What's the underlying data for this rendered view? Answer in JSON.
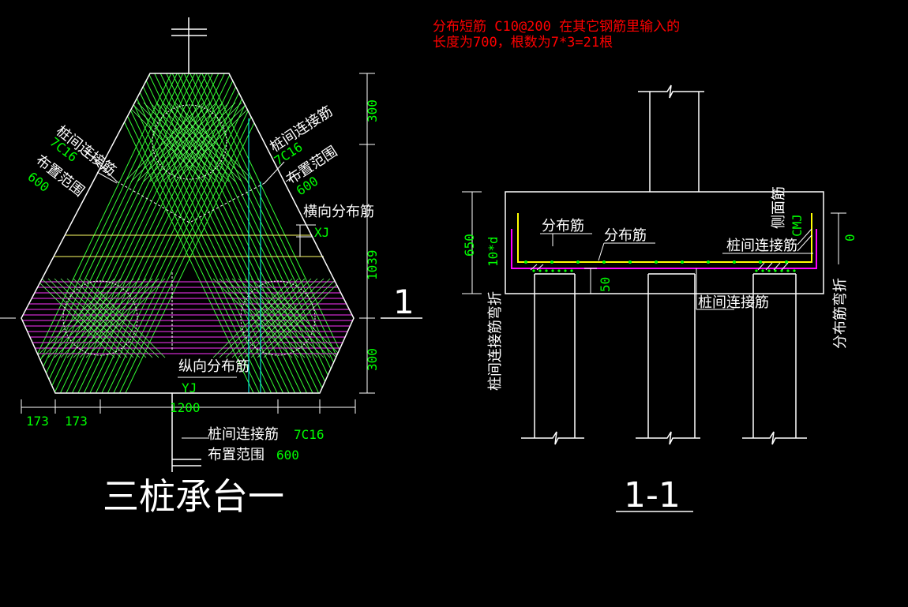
{
  "note": {
    "line1": "分布短筋 C10@200 在其它钢筋里输入的",
    "line2": "长度为700，根数为7*3=21根"
  },
  "plan": {
    "title": "三桩承台一",
    "section_marker": "1",
    "left_label": {
      "name": "桩间连接筋",
      "spec": "7C16",
      "range_label": "布置范围",
      "range_value": "600"
    },
    "right_label": {
      "name": "桩间连接筋",
      "spec": "7C16",
      "range_label": "布置范围",
      "range_value": "600"
    },
    "bottom_label": {
      "name": "桩间连接筋",
      "spec": "7C16",
      "range_label": "布置范围",
      "range_value": "600"
    },
    "transverse": {
      "name": "横向分布筋",
      "code": "XJ"
    },
    "longitudinal": {
      "name": "纵向分布筋",
      "code": "YJ"
    },
    "dims": {
      "top": "300",
      "middle": "1039",
      "bottom": "300",
      "left1": "173",
      "left2": "173",
      "width": "1200"
    }
  },
  "section": {
    "title": "1-1",
    "dim_height": "650",
    "dim_cover": "10*d",
    "dim_50": "50",
    "dim_0": "0",
    "dist_bar_1": "分布筋",
    "dist_bar_2": "分布筋",
    "pile_bar": "桩间连接筋",
    "pile_bar_bottom": "桩间连接筋",
    "side_bar": "侧面筋",
    "side_bar_code": "CMJ",
    "pile_bar_bend": "桩间连接筋弯折",
    "dist_bar_bend": "分布筋弯折"
  },
  "colors": {
    "background": "#000000",
    "outline": "#ffffff",
    "rebar": "#00ff00",
    "magenta": "#ff00ff",
    "yellow": "#ffff00",
    "cyan": "#00ffff",
    "note": "#ff0000",
    "dimension": "#00ff00"
  }
}
